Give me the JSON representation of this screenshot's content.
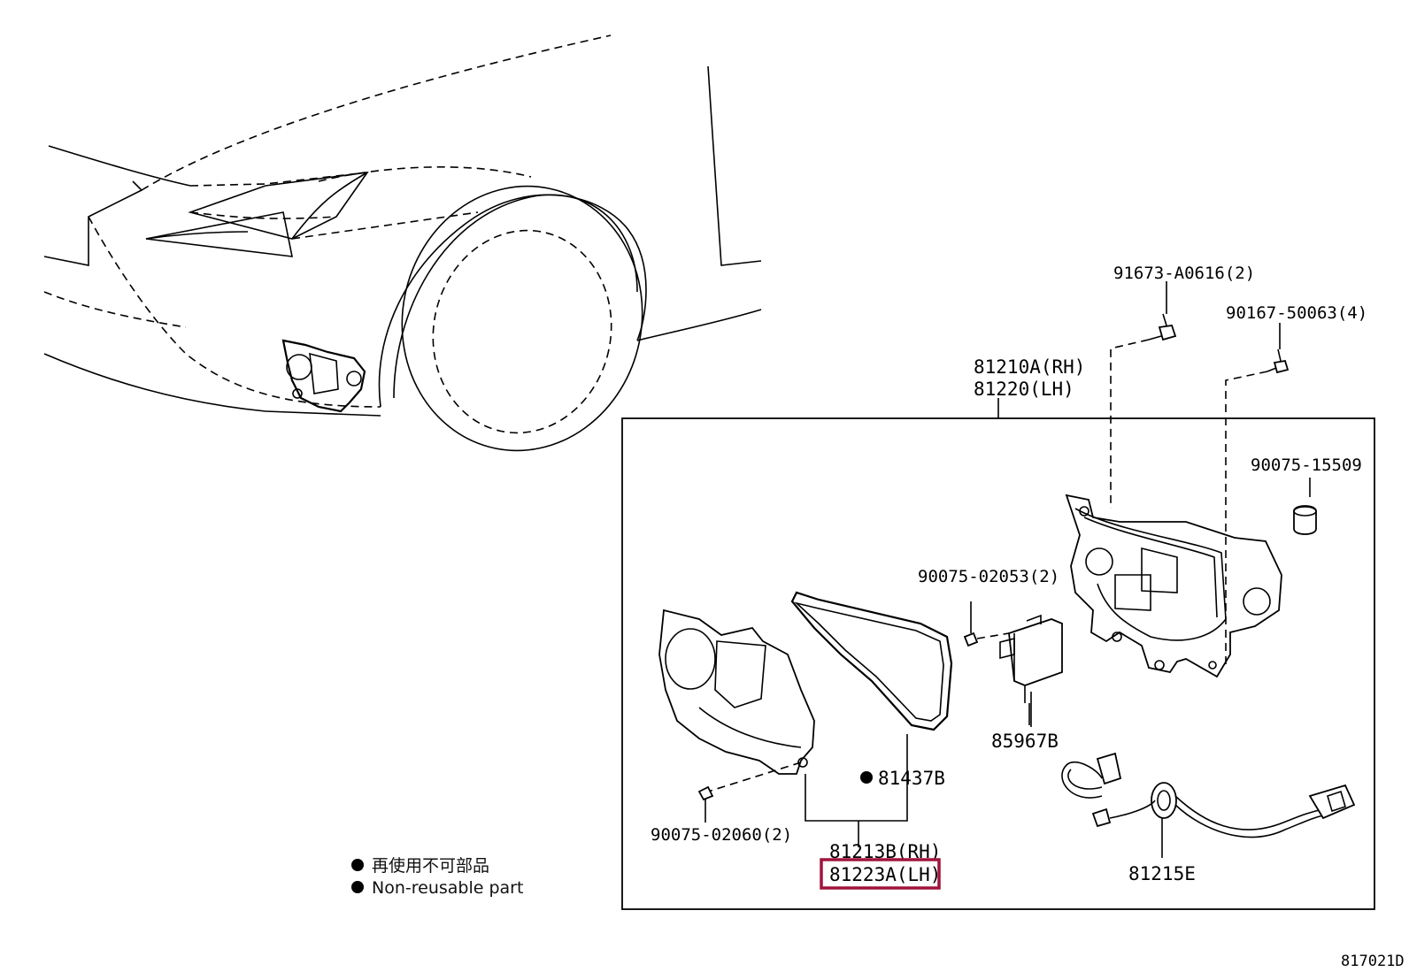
{
  "parts": {
    "bolt_top": "91673-A0616(2)",
    "screw_top_right": "90167-50063(4)",
    "assembly_rh": "81210A(RH)",
    "assembly_lh": "81220(LH)",
    "cap": "90075-15509",
    "screw_mid": "90075-02053(2)",
    "module": "85967B",
    "gasket": "81437B",
    "screw_bottom_left": "90075-02060(2)",
    "lens_rh": "81213B(RH)",
    "lens_lh": "81223A(LH)",
    "harness": "81215E"
  },
  "legend": {
    "text_jp": "再使用不可部品",
    "text_en": "Non-reusable part"
  },
  "diagram_ref": "817021D",
  "colors": {
    "highlight": "#a0143c",
    "line": "#000000"
  }
}
